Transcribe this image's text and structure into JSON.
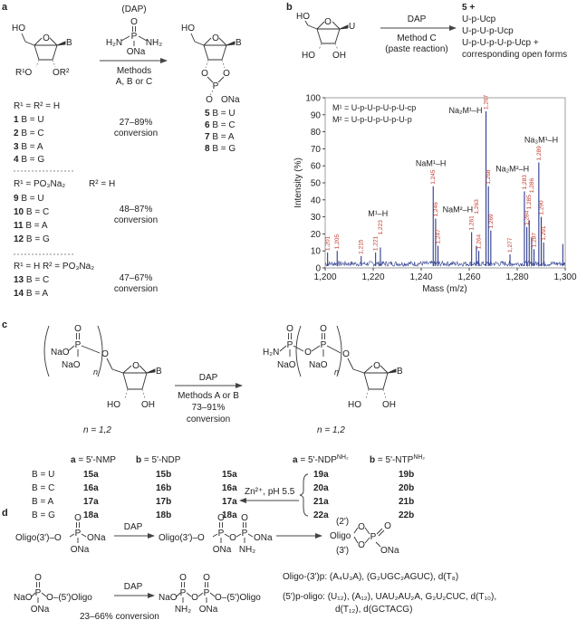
{
  "panel_a": {
    "label": "a",
    "reagent_name": "(DAP)",
    "dap_atoms": {
      "o": "O",
      "p": "P",
      "h2n": "H₂N",
      "nh2": "NH₂",
      "ona": "ONa"
    },
    "conditions": [
      "Methods",
      "A, B or C"
    ],
    "sm_atoms": {
      "ho": "HO",
      "o": "O",
      "b": "B",
      "r1o": "R¹O",
      "or2": "OR²"
    },
    "product_atoms": {
      "ho": "HO",
      "o": "O",
      "b": "B",
      "o2": "O",
      "o3": "O",
      "p": "P",
      "oeq": "O",
      "ona": "ONa"
    },
    "products": [
      {
        "num": "5",
        "text": " B = U"
      },
      {
        "num": "6",
        "text": " B = C"
      },
      {
        "num": "7",
        "text": " B = A"
      },
      {
        "num": "8",
        "text": " B = G"
      }
    ],
    "groups": [
      {
        "header": "R¹ = R² = H",
        "header2": "",
        "items": [
          {
            "num": "1",
            "text": " B = U"
          },
          {
            "num": "2",
            "text": " B = C"
          },
          {
            "num": "3",
            "text": " B = A"
          },
          {
            "num": "4",
            "text": " B = G"
          }
        ],
        "conversion": [
          "27–89%",
          "conversion"
        ]
      },
      {
        "header": "R¹ = PO₃Na₂",
        "header2": "R² = H",
        "items": [
          {
            "num": "9",
            "text": " B = U"
          },
          {
            "num": "10",
            "text": " B = C"
          },
          {
            "num": "11",
            "text": " B = A"
          },
          {
            "num": "12",
            "text": " B = G"
          }
        ],
        "conversion": [
          "48–87%",
          "conversion"
        ]
      },
      {
        "header": "R¹ = H  R² = PO₃Na₂",
        "header2": "",
        "items": [
          {
            "num": "13",
            "text": " B = C"
          },
          {
            "num": "14",
            "text": " B = A"
          }
        ],
        "conversion": [
          "47–67%",
          "conversion"
        ]
      }
    ]
  },
  "panel_b": {
    "label": "b",
    "sm_atoms": {
      "ho": "HO",
      "o": "O",
      "u": "U",
      "oh1": "HO",
      "oh2": "OH"
    },
    "reagent": "DAP",
    "conditions": [
      "Method C",
      "(paste reaction)"
    ],
    "products": [
      "5 +",
      "U-p-Ucp",
      "U-p-U-p-Ucp",
      "U-p-U-p-U-p-Ucp +",
      "corresponding open forms"
    ]
  },
  "chart_data": {
    "type": "bar",
    "title": "",
    "xlabel": "Mass (m/z)",
    "ylabel": "Intensity (%)",
    "xlim": [
      1200,
      1300
    ],
    "ylim": [
      0,
      100
    ],
    "xticks": [
      "1,200",
      "1,220",
      "1,240",
      "1,260",
      "1,280",
      "1,300"
    ],
    "yticks": [
      "0",
      "10",
      "20",
      "30",
      "40",
      "50",
      "60",
      "70",
      "80",
      "90",
      "100"
    ],
    "color": "#2b3a8c",
    "label_color": "#c0392b",
    "baseline_noise_level": 3,
    "legend": [
      "M¹ = U-p-U-p-U-p-U-cp",
      "M² = U-p-U-p-U-p-U-p"
    ],
    "legend_position": "top-left",
    "peaks": [
      {
        "mz": 1201,
        "intensity": 9,
        "label": "1,201"
      },
      {
        "mz": 1205,
        "intensity": 10,
        "label": "1,205"
      },
      {
        "mz": 1215,
        "intensity": 7,
        "label": "1,215"
      },
      {
        "mz": 1221,
        "intensity": 9,
        "label": "1,221"
      },
      {
        "mz": 1223,
        "intensity": 12,
        "label": "1,223"
      },
      {
        "mz": 1245,
        "intensity": 48,
        "label": "1,245"
      },
      {
        "mz": 1246,
        "intensity": 29,
        "label": "1,246"
      },
      {
        "mz": 1247,
        "intensity": 13,
        "label": "1,247"
      },
      {
        "mz": 1261,
        "intensity": 21,
        "label": "1,261"
      },
      {
        "mz": 1263,
        "intensity": 13,
        "label": "1,263"
      },
      {
        "mz": 1264,
        "intensity": 10,
        "label": "1,264"
      },
      {
        "mz": 1267,
        "intensity": 92,
        "label": "1,267"
      },
      {
        "mz": 1268,
        "intensity": 48,
        "label": "1,268"
      },
      {
        "mz": 1269,
        "intensity": 22,
        "label": "1,269"
      },
      {
        "mz": 1277,
        "intensity": 8,
        "label": "1,277"
      },
      {
        "mz": 1283,
        "intensity": 45,
        "label": "1,283"
      },
      {
        "mz": 1284,
        "intensity": 24,
        "label": "1,284"
      },
      {
        "mz": 1285,
        "intensity": 28,
        "label": "1,285"
      },
      {
        "mz": 1286,
        "intensity": 18,
        "label": "1,286"
      },
      {
        "mz": 1287,
        "intensity": 11,
        "label": "1,287"
      },
      {
        "mz": 1289,
        "intensity": 62,
        "label": "1,289"
      },
      {
        "mz": 1290,
        "intensity": 30,
        "label": "1,290"
      },
      {
        "mz": 1291,
        "intensity": 15,
        "label": "1,291"
      },
      {
        "mz": 1299,
        "intensity": 14,
        "label": ""
      }
    ],
    "annotations": [
      {
        "text": "M¹–H",
        "mz": 1222,
        "intensity": 25
      },
      {
        "text": "NaM¹–H",
        "mz": 1244,
        "intensity": 56
      },
      {
        "text": "NaM²–H",
        "mz": 1259,
        "intensity": 30
      },
      {
        "text": "Na₂M¹–H",
        "mz": 1260,
        "intensity": 91
      },
      {
        "text": "Na₂M²–H",
        "mz": 1278,
        "intensity": 54
      },
      {
        "text": "Na₃M¹–H",
        "mz": 1290,
        "intensity": 72
      }
    ]
  },
  "panel_c": {
    "label": "c",
    "sm_atoms": {
      "o": "O",
      "p": "P",
      "nao1": "NaO",
      "nao2": "NaO",
      "n": "n",
      "o5": "O",
      "ro": "O",
      "b": "B",
      "ho": "HO",
      "oh": "OH"
    },
    "reagent": "DAP",
    "conditions": [
      "Methods A or B",
      "73–91%",
      "conversion"
    ],
    "product_atoms": {
      "h2n": "H₂N",
      "p1": "P",
      "o1": "O",
      "nao1": "NaO",
      "ob": "O",
      "p2": "P",
      "o2": "O",
      "nao2": "NaO",
      "n": "n",
      "o5": "O",
      "ro": "O",
      "b": "B",
      "ho": "HO",
      "oh": "OH"
    },
    "n_left": "n = 1,2",
    "n_right": "n = 1,2",
    "left_headers": [
      {
        "key": "a",
        "text": " = 5'-NMP"
      },
      {
        "key": "b",
        "text": " = 5'-NDP"
      }
    ],
    "right_headers": [
      {
        "key": "a",
        "text": " = 5'-NDP",
        "sup": "NH₂"
      },
      {
        "key": "b",
        "text": " = 5'-NTP",
        "sup": "NH₂"
      }
    ],
    "zn_condition": "Zn²⁺, pH 5.5",
    "rows": [
      {
        "base": "B = U",
        "nmp": "15a",
        "ndp": "15b",
        "hydrolysis": "15a",
        "ndp_nh2": "19a",
        "ntp_nh2": "19b"
      },
      {
        "base": "B = C",
        "nmp": "16a",
        "ndp": "16b",
        "hydrolysis": "16a",
        "ndp_nh2": "20a",
        "ntp_nh2": "20b"
      },
      {
        "base": "B = A",
        "nmp": "17a",
        "ndp": "17b",
        "hydrolysis": "17a",
        "ndp_nh2": "21a",
        "ntp_nh2": "21b"
      },
      {
        "base": "B = G",
        "nmp": "18a",
        "ndp": "18b",
        "hydrolysis": "18a",
        "ndp_nh2": "22a",
        "ntp_nh2": "22b"
      }
    ]
  },
  "panel_d": {
    "label": "d",
    "reagent1": "DAP",
    "reagent2": "DAP",
    "r1_sm": {
      "oligo": "Oligo(3')–O",
      "o": "O",
      "p": "P",
      "ona1": "ONa",
      "ona2": "ONa"
    },
    "r1_int": {
      "oligo": "Oligo(3')–O",
      "o1": "O",
      "p1": "P",
      "ob": "O",
      "o2": "O",
      "p2": "P",
      "ona": "ONa",
      "ona2": "ONa",
      "nh2": "NH₂"
    },
    "r1_prod": {
      "p2": "(2')",
      "oligo": "Oligo",
      "p3": "(3')",
      "o1": "O",
      "o2": "O",
      "p": "P",
      "oeq": "O",
      "ona": "ONa"
    },
    "r2_sm": {
      "nao": "NaO",
      "o": "O",
      "p": "P",
      "oligo": "O–(5')Oligo",
      "ona": "ONa"
    },
    "r2_prod": {
      "nao": "NaO",
      "o1": "O",
      "p1": "P",
      "ob": "O",
      "o2": "O",
      "p2": "P",
      "oligo": "O–(5')Oligo",
      "nh2": "NH₂",
      "ona": "ONa"
    },
    "conversion": "23–66% conversion",
    "oligo_3p": "Oligo-(3')p: (A₄U₃A), (G₂UGC₂AGUC), d(T₈)",
    "oligo_5p_line1": "(5')p-oligo: (U₁₂), (A₁₂), UAU₂AU₂A, G₂U₂CUC, d(T₁₀),",
    "oligo_5p_line2": "d(T₁₂), d(GCTACG)"
  }
}
